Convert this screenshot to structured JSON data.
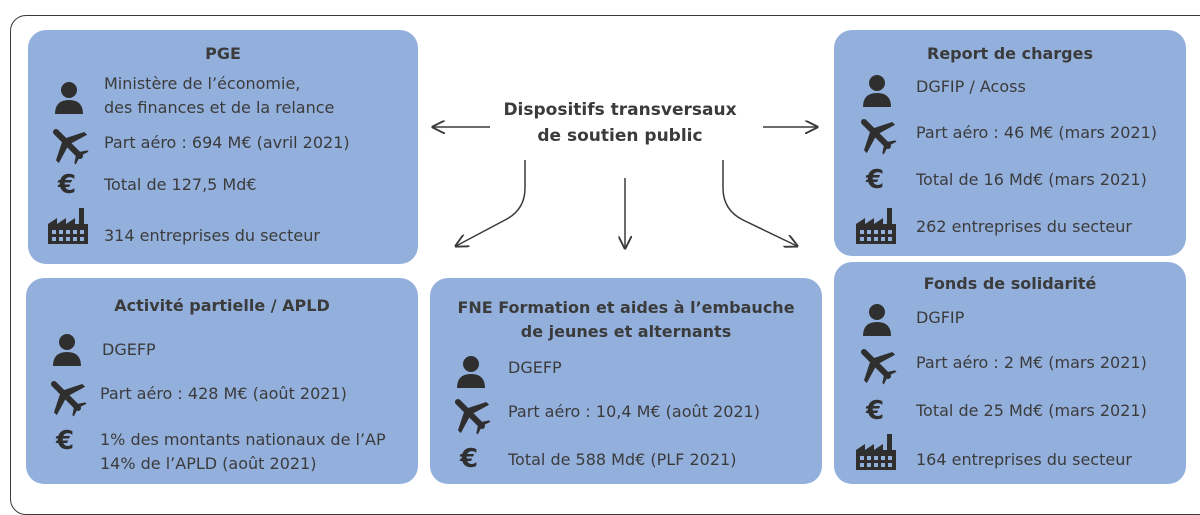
{
  "center": {
    "line1": "Dispositifs transversaux",
    "line2": "de soutien public"
  },
  "icons": {
    "person": "person-icon",
    "plane": "plane-icon",
    "euro": "€",
    "factory": "factory-icon"
  },
  "colors": {
    "card": "#93b0dd",
    "text": "#3b3b3b",
    "icon": "#2f2f2f",
    "frame": "#3a3a3a"
  },
  "cards": {
    "pge": {
      "title": "PGE",
      "org_line1": "Ministère de l’économie,",
      "org_line2": "des finances et de la relance",
      "aero": "Part aéro : 694 M€ (avril 2021)",
      "total": "Total de 127,5 Md€",
      "companies": "314 entreprises du secteur"
    },
    "report": {
      "title": "Report de charges",
      "org": "DGFIP / Acoss",
      "aero": "Part aéro : 46 M€ (mars 2021)",
      "total": "Total de 16 Md€ (mars 2021)",
      "companies": "262 entreprises du secteur"
    },
    "apld": {
      "title": "Activité partielle / APLD",
      "org": "DGEFP",
      "aero": "Part aéro : 428 M€ (août 2021)",
      "total_line1": "1% des montants nationaux de l’AP",
      "total_line2": "14% de l’APLD (août 2021)"
    },
    "fne": {
      "title_line1": "FNE Formation et aides à l’embauche",
      "title_line2": "de jeunes et alternants",
      "org": "DGEFP",
      "aero": "Part aéro : 10,4 M€ (août 2021)",
      "total": "Total de 588 Md€ (PLF 2021)"
    },
    "fonds": {
      "title": "Fonds de solidarité",
      "org": "DGFIP",
      "aero": "Part aéro : 2 M€ (mars 2021)",
      "total": "Total de 25 Md€ (mars 2021)",
      "companies": "164 entreprises du secteur"
    }
  }
}
